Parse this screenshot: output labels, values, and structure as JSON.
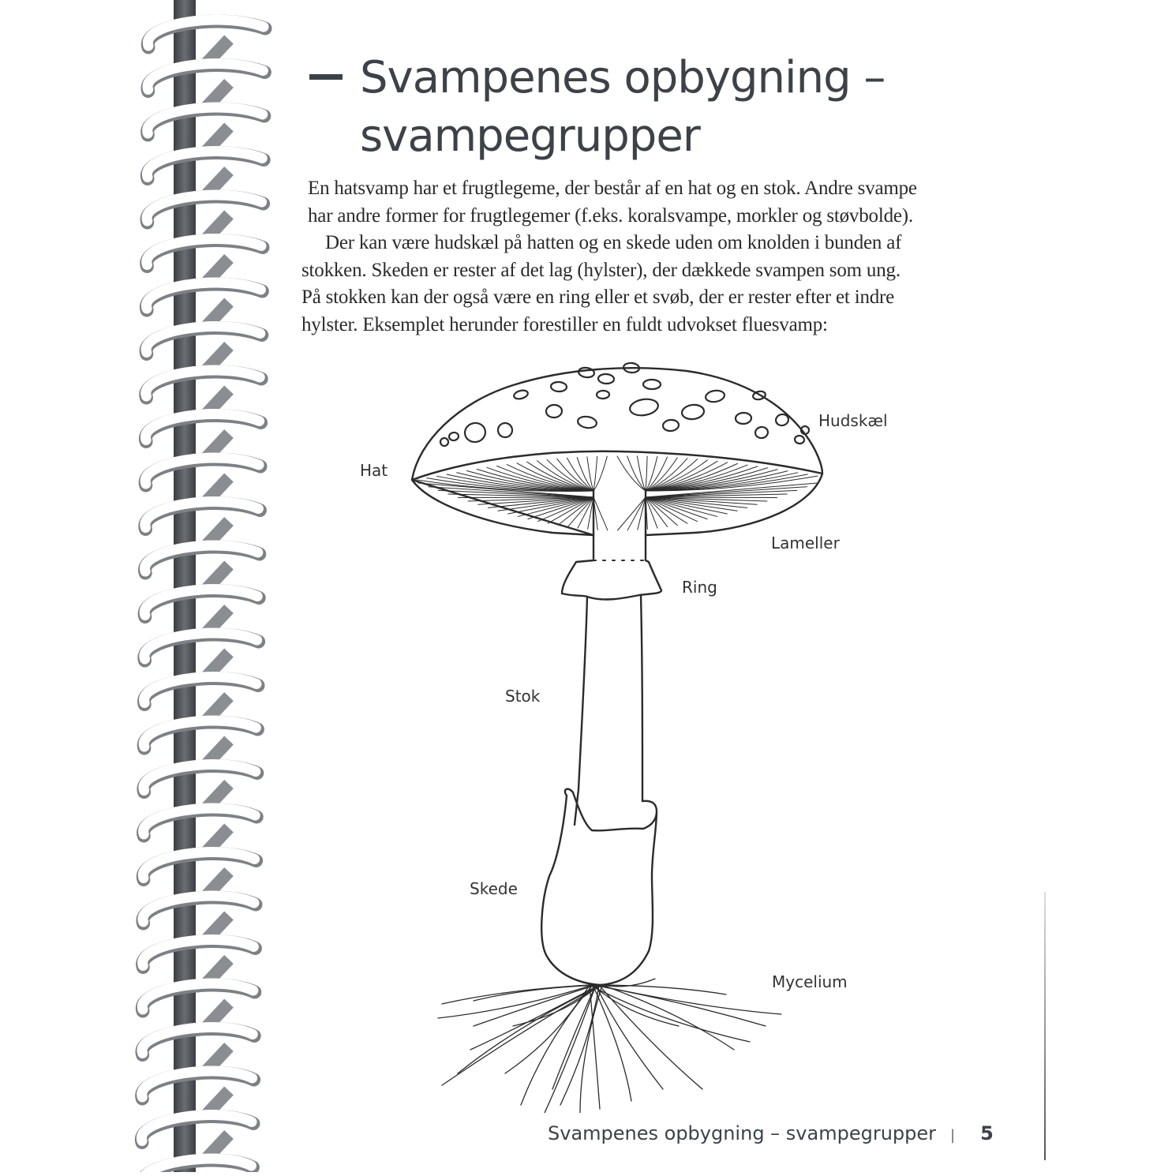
{
  "page": {
    "title_line1": "Svampenes opbygning –",
    "title_line2": "svampegrupper",
    "paragraphs": [
      "En hatsvamp har et frugtlegeme, der består af en hat og en stok. Andre svampe har andre former for frugtlegemer (f.eks. koralsvampe, morkler og støvbolde).",
      "Der kan være hudskæl på hatten og en skede uden om knolden i bunden af stokken. Skeden er rester af det lag (hylster), der dækkede svampen som ung. På stokken kan der også være en ring eller et svøb, der er rester efter et indre hylster. Eksemplet herunder forestiller en fuldt udvokset fluesvamp:"
    ],
    "paragraph_lines": [
      "En hatsvamp har et frugtlegeme, der består af en hat og en stok. Andre svampe",
      "har andre former for frugtlegemer (f.eks. koralsvampe, morkler og støvbolde).",
      "Der kan være hudskæl på hatten og en skede uden om knolden i bunden af",
      "stokken. Skeden er rester af det lag (hylster), der dækkede svampen som ung.",
      "På stokken kan der også være en ring eller et svøb, der er rester efter et indre",
      "hylster. Eksemplet herunder forestiller en fuldt udvokset fluesvamp:"
    ]
  },
  "diagram": {
    "subject": "fluesvamp",
    "labels": {
      "hudskael": "Hudskæl",
      "hat": "Hat",
      "lameller": "Lameller",
      "ring": "Ring",
      "stok": "Stok",
      "skede": "Skede",
      "mycelium": "Mycelium"
    }
  },
  "footer": {
    "running_title": "Svampenes opbygning – svampegrupper",
    "separator": "|",
    "page_number": "5"
  },
  "colors": {
    "title": "#3c4248",
    "text": "#2a2a2a",
    "line_art": "#2b2b2b",
    "spiral_wire": "#ffffff",
    "spine_shadow": "#5a5e63"
  }
}
